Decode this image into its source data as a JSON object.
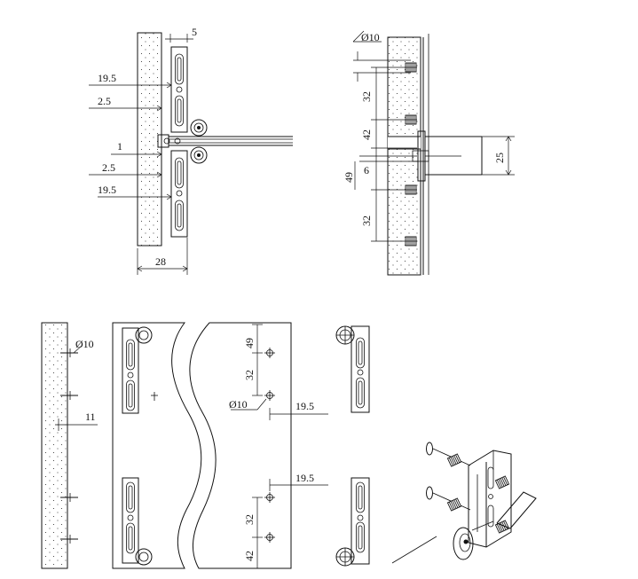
{
  "diagram": {
    "dimensions": {
      "top_left": {
        "gap_top": "5",
        "upper_offset": "19.5",
        "upper_inset": "2.5",
        "gap": "1",
        "lower_inset": "2.5",
        "lower_offset": "19.5",
        "width": "28"
      },
      "top_right": {
        "hole_dia": "Ø10",
        "upper_pitch": "32",
        "upper_spacing": "42",
        "gap_height": "6",
        "lower_spacing": "49",
        "lower_pitch": "32",
        "plate_height": "25"
      },
      "bottom_left": {
        "hole_dia": "Ø10",
        "edge_offset": "11"
      },
      "bottom_center": {
        "top_offset": "49",
        "upper_pitch": "32",
        "hole_dia": "Ø10",
        "upper_edge": "19.5",
        "lower_edge": "19.5",
        "lower_pitch": "32",
        "bottom_offset": "42"
      }
    }
  }
}
